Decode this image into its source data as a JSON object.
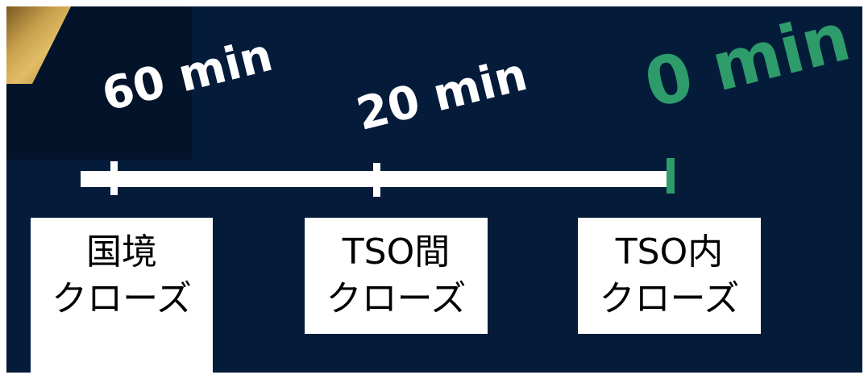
{
  "timeline": {
    "markers": [
      {
        "label": "60 min"
      },
      {
        "label": "20 min"
      },
      {
        "label": "0 min"
      }
    ],
    "colors": {
      "background": "#041b3a",
      "line": "#ffffff",
      "accent": "#2e9b6b"
    }
  },
  "boxes": [
    {
      "line1": "国境",
      "line2": "クローズ"
    },
    {
      "line1": "TSO間",
      "line2": "クローズ"
    },
    {
      "line1": "TSO内",
      "line2": "クローズ"
    }
  ]
}
